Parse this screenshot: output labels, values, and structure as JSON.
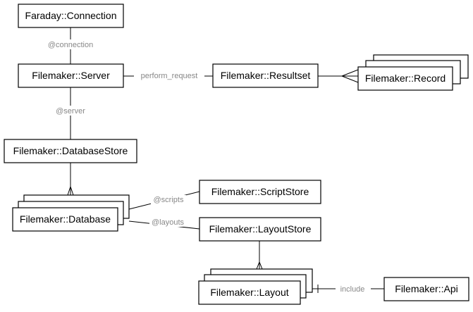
{
  "nodes": {
    "faraday_connection": "Faraday::Connection",
    "server": "Filemaker::Server",
    "resultset": "Filemaker::Resultset",
    "record": "Filemaker::Record",
    "database_store": "Filemaker::DatabaseStore",
    "database": "Filemaker::Database",
    "script_store": "Filemaker::ScriptStore",
    "layout_store": "Filemaker::LayoutStore",
    "layout": "Filemaker::Layout",
    "api": "Filemaker::Api"
  },
  "edges": {
    "connection": "@connection",
    "perform_request": "perform_request",
    "server": "@server",
    "scripts": "@scripts",
    "layouts": "@layouts",
    "include": "include"
  }
}
